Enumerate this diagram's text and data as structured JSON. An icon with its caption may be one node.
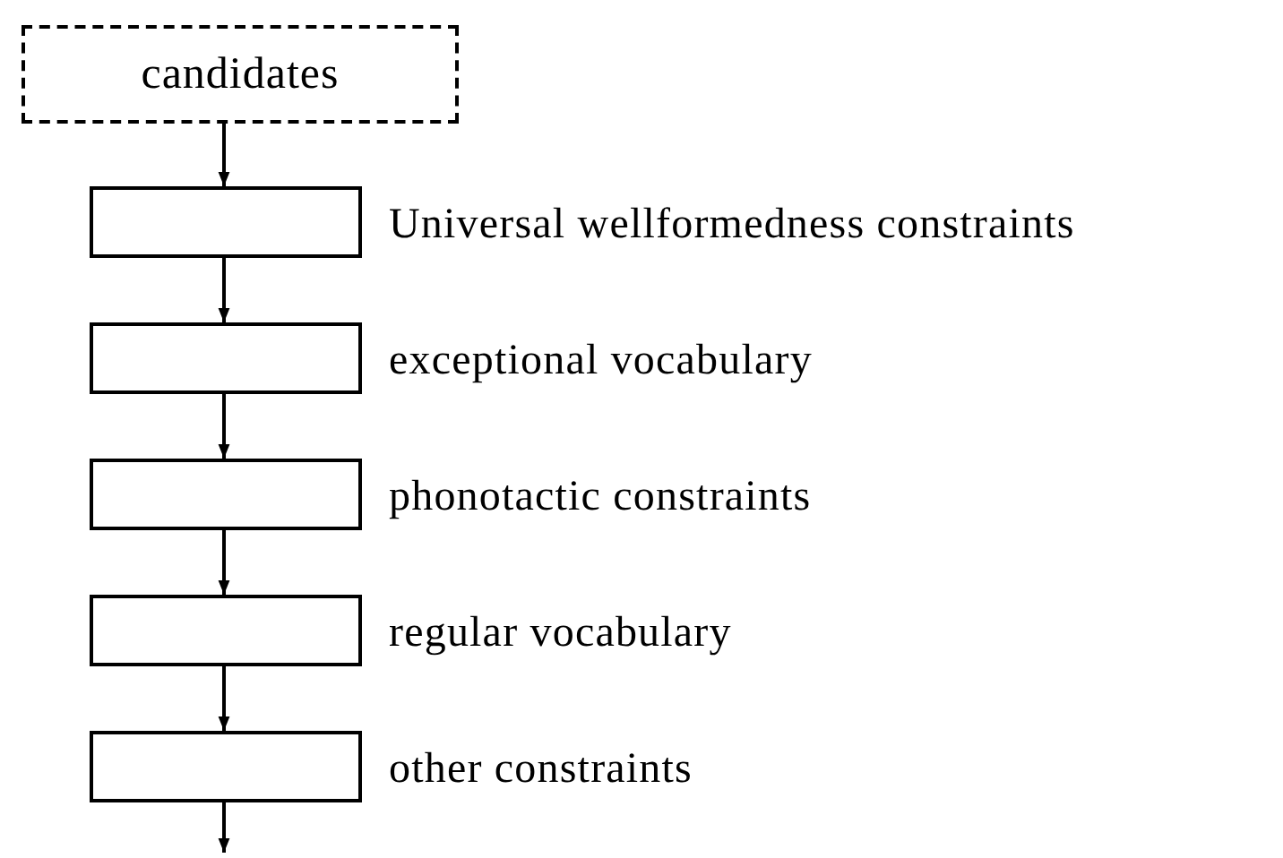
{
  "diagram": {
    "nodes": [
      {
        "text": [
          "candidates"
        ]
      },
      {
        "text": [],
        "shape": "box",
        "beside": [
          "Universal wellformedness constraints"
        ]
      },
      {
        "text": [],
        "shape": "box",
        "beside": [
          "exceptional vocabulary"
        ]
      },
      {
        "text": [],
        "shape": "box",
        "beside": [
          "phonotactic constraints"
        ]
      },
      {
        "text": [],
        "shape": "box",
        "beside": [
          "regular vocabulary"
        ]
      },
      {
        "text": [],
        "shape": "box",
        "beside": [
          "other constraints"
        ]
      }
    ],
    "edges": [
      {
        "from": 0,
        "to": 1,
        "arrow": "to"
      },
      {
        "from": 1,
        "to": 2,
        "arrow": "to"
      },
      {
        "from": 2,
        "to": 3,
        "arrow": "to"
      },
      {
        "from": 3,
        "to": 4,
        "arrow": "to"
      },
      {
        "from": 4,
        "to": 5,
        "arrow": "to"
      },
      {
        "from": 5,
        "to": null,
        "arrow": "to"
      }
    ]
  }
}
